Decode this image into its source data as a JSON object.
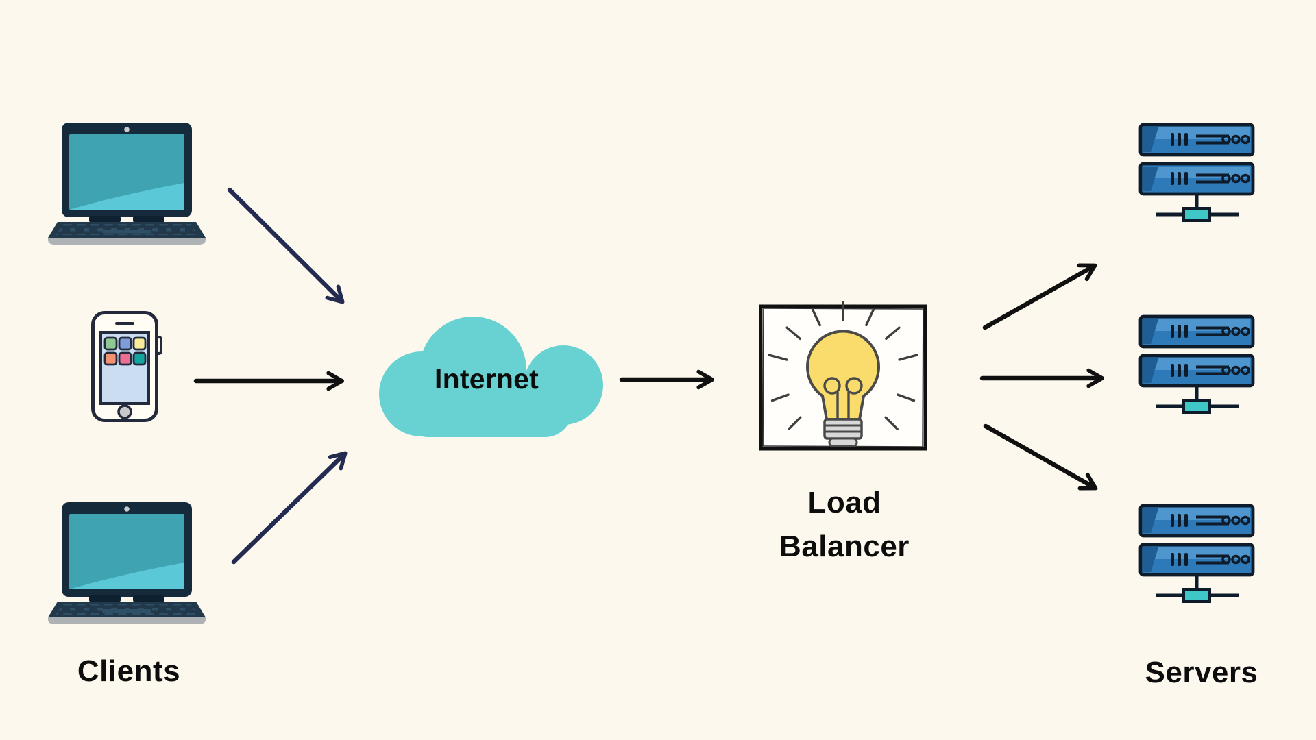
{
  "diagram": {
    "type": "architecture-flow",
    "labels": {
      "clients": "Clients",
      "internet": "Internet",
      "load_balancer": "Load Balancer",
      "servers": "Servers"
    },
    "nodes": [
      {
        "id": "client-laptop-top",
        "group": "clients",
        "icon": "laptop-icon"
      },
      {
        "id": "client-smartphone",
        "group": "clients",
        "icon": "smartphone-icon"
      },
      {
        "id": "client-laptop-bottom",
        "group": "clients",
        "icon": "laptop-icon"
      },
      {
        "id": "internet",
        "group": "internet",
        "icon": "cloud-icon",
        "label": "Internet"
      },
      {
        "id": "load-balancer",
        "group": "load_balancer",
        "icon": "lightbulb-icon",
        "label": "Load Balancer"
      },
      {
        "id": "server-top",
        "group": "servers",
        "icon": "server-rack-icon"
      },
      {
        "id": "server-middle",
        "group": "servers",
        "icon": "server-rack-icon"
      },
      {
        "id": "server-bottom",
        "group": "servers",
        "icon": "server-rack-icon"
      }
    ],
    "edges": [
      {
        "from": "client-laptop-top",
        "to": "internet",
        "color": "navy"
      },
      {
        "from": "client-smartphone",
        "to": "internet",
        "color": "black"
      },
      {
        "from": "client-laptop-bottom",
        "to": "internet",
        "color": "navy"
      },
      {
        "from": "internet",
        "to": "load-balancer",
        "color": "black"
      },
      {
        "from": "load-balancer",
        "to": "server-top",
        "color": "black"
      },
      {
        "from": "load-balancer",
        "to": "server-middle",
        "color": "black"
      },
      {
        "from": "load-balancer",
        "to": "server-bottom",
        "color": "black"
      }
    ],
    "colors": {
      "background": "#FCF8ED",
      "text": "#0D0D0D",
      "arrow_navy": "#232B50",
      "arrow_black": "#101010",
      "cloud_teal": "#68D2D3",
      "laptop_body_navy": "#152A3B",
      "laptop_screen_teal": "#3FA3B2",
      "laptop_screen_teal_light": "#5BC8D8",
      "phone_screen_blue": "#CBDDF1",
      "server_blue": "#2E79B7",
      "server_blue_light": "#4E96CD",
      "server_blue_dark": "#1E5E95",
      "server_outline": "#0D1B2A",
      "switch_teal": "#3FC6C6",
      "bulb_yellow": "#F9DC6C",
      "bulb_outline": "#4A4A4A",
      "bulb_base_gray": "#D8D8D8",
      "lb_box_fill": "#FFFEFB"
    }
  }
}
